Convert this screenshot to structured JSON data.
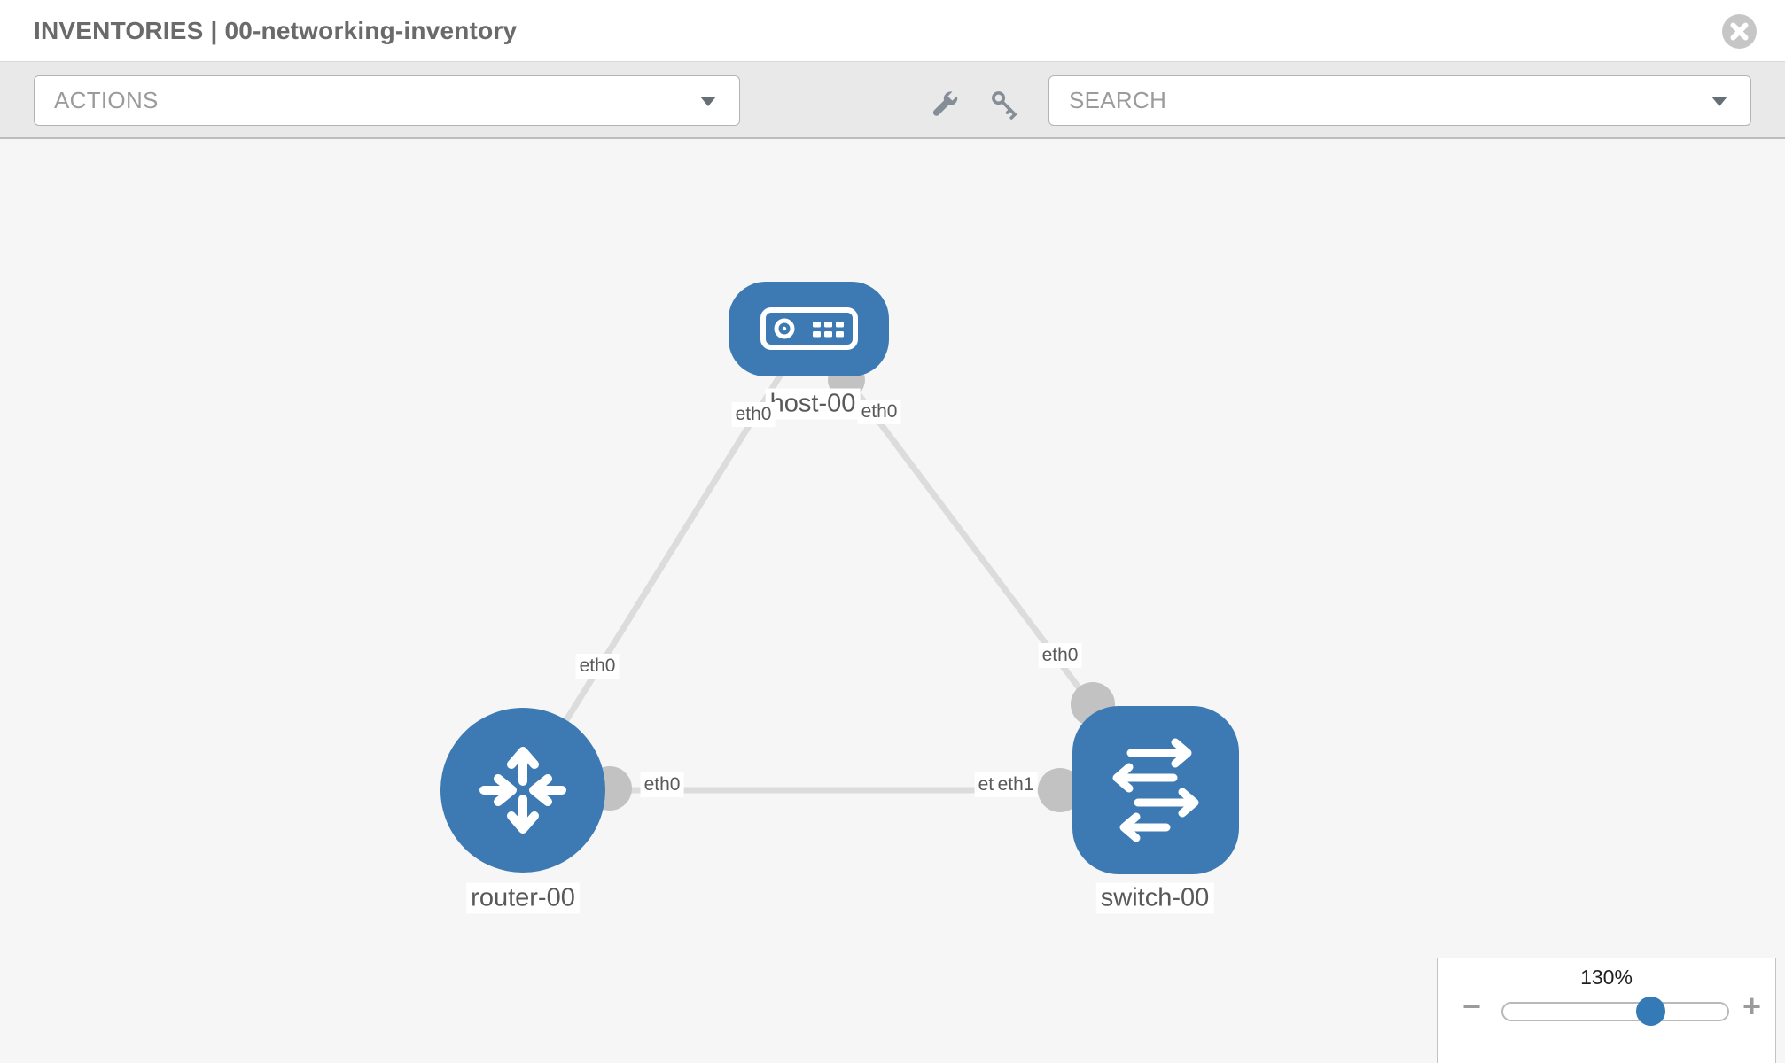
{
  "header": {
    "title": "INVENTORIES | 00-networking-inventory",
    "close_icon": "x-circle-icon"
  },
  "toolbar": {
    "actions_placeholder": "ACTIONS",
    "search_placeholder": "SEARCH",
    "icons": [
      "wrench-icon",
      "key-icon"
    ]
  },
  "colors": {
    "node_blue": "#3d7ab3",
    "slider_handle_blue": "#337ab7",
    "link_gray": "#dcdcdc",
    "connector_gray": "#c2c2c2",
    "toolbar_gray": "#e9e9e9",
    "canvas_gray": "#f5f6f5"
  },
  "topology": {
    "nodes": [
      {
        "id": "host-00",
        "type": "host",
        "label": "host-00"
      },
      {
        "id": "router-00",
        "type": "router",
        "label": "router-00"
      },
      {
        "id": "switch-00",
        "type": "switch",
        "label": "switch-00"
      }
    ],
    "links": [
      {
        "from": "host-00",
        "to": "router-00"
      },
      {
        "from": "host-00",
        "to": "switch-00"
      },
      {
        "from": "router-00",
        "to": "switch-00"
      }
    ],
    "interfaces": [
      {
        "text": "eth0",
        "node": "host-00",
        "position": "below-left"
      },
      {
        "text": "eth0",
        "node": "host-00",
        "position": "below-right"
      },
      {
        "text": "eth0",
        "node": "router-00",
        "position": "link-to-host"
      },
      {
        "text": "eth0",
        "node": "router-00",
        "position": "right"
      },
      {
        "text": "eth0",
        "node": "switch-00",
        "position": "top"
      },
      {
        "text": "eth0",
        "node": "switch-00",
        "position": "left-back"
      },
      {
        "text": "eth1",
        "node": "switch-00",
        "position": "left-front"
      }
    ]
  },
  "zoom_control": {
    "level": "130%",
    "minus_label": "−",
    "plus_label": "+"
  }
}
